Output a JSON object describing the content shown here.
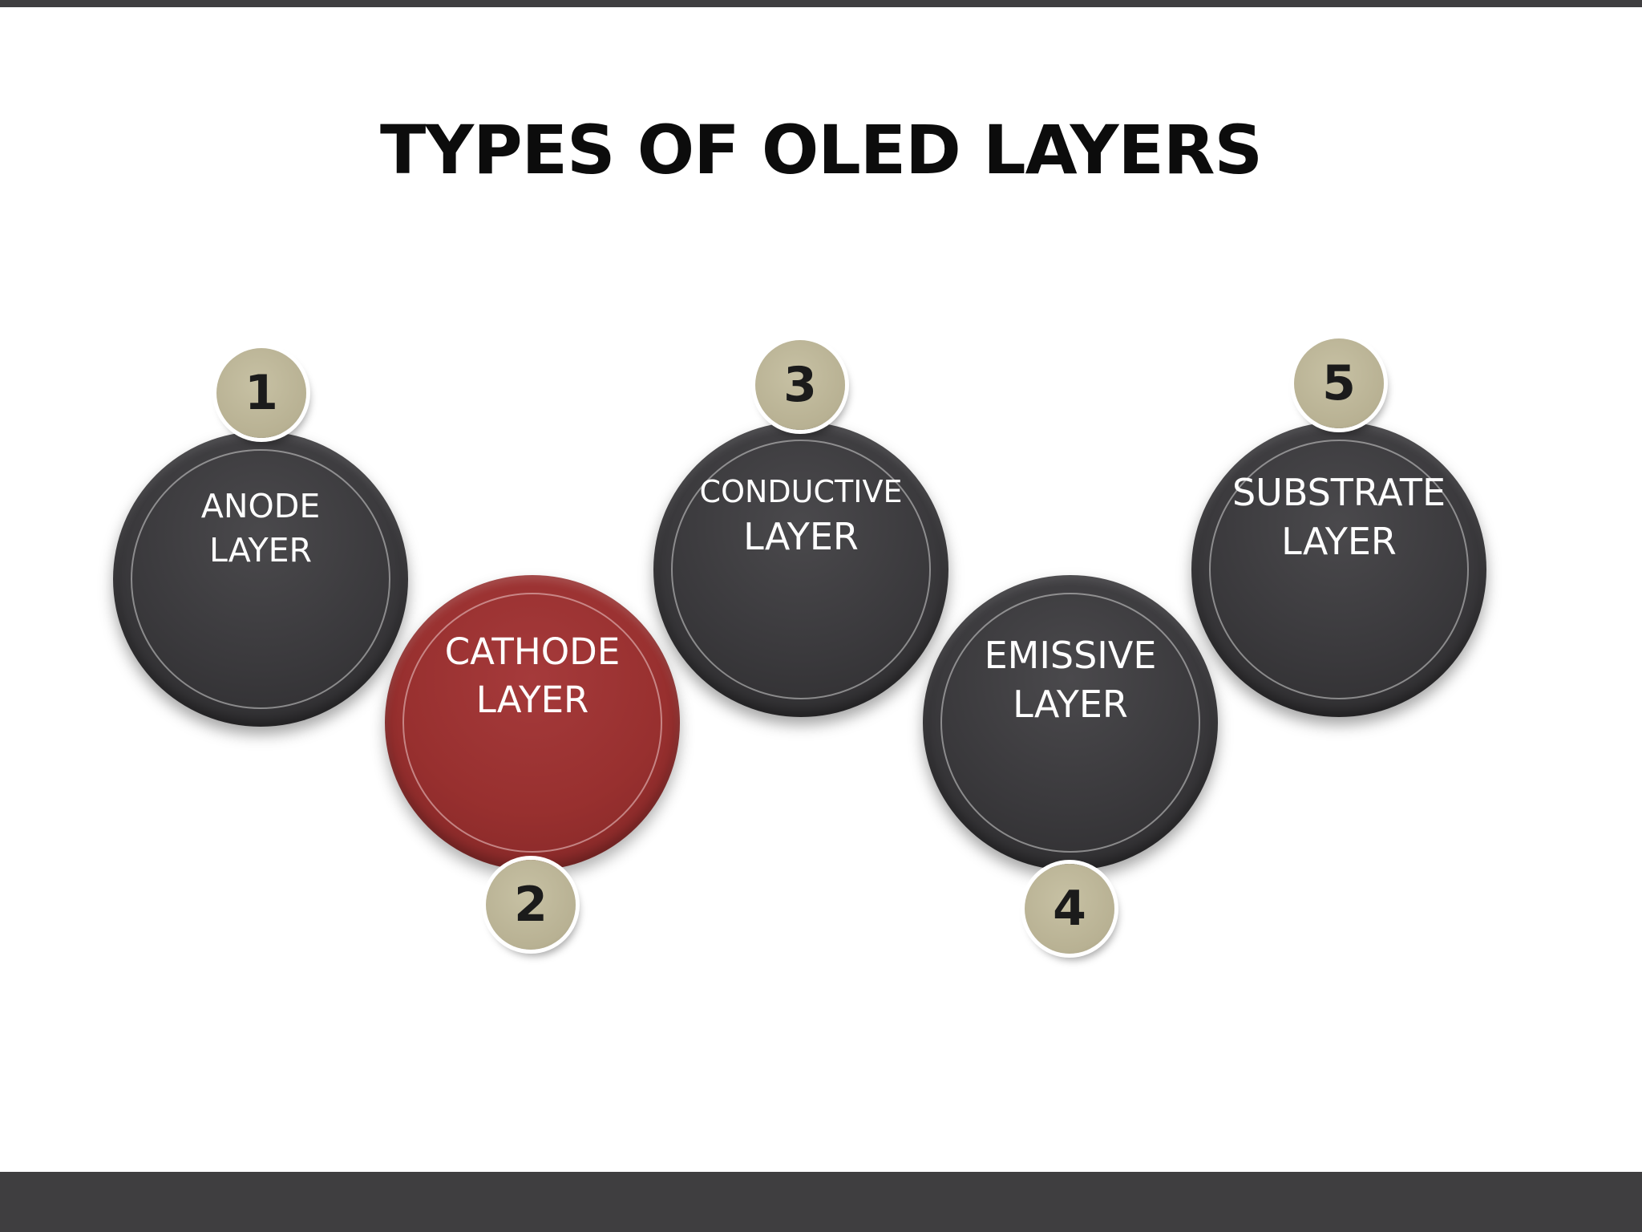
{
  "slide": {
    "title": "TYPES OF OLED LAYERS",
    "layers": [
      {
        "number": "1",
        "line1": "ANODE",
        "line2": "LAYER",
        "color": "#3a393c"
      },
      {
        "number": "2",
        "line1": "CATHODE",
        "line2": "LAYER",
        "color": "#98302f"
      },
      {
        "number": "3",
        "line1": "CONDUCTIVE",
        "line2": "LAYER",
        "color": "#3a393c"
      },
      {
        "number": "4",
        "line1": "EMISSIVE",
        "line2": "LAYER",
        "color": "#3a393c"
      },
      {
        "number": "5",
        "line1": "SUBSTRATE",
        "line2": "LAYER",
        "color": "#3a393c"
      }
    ],
    "badge_color": "#b8b193"
  }
}
